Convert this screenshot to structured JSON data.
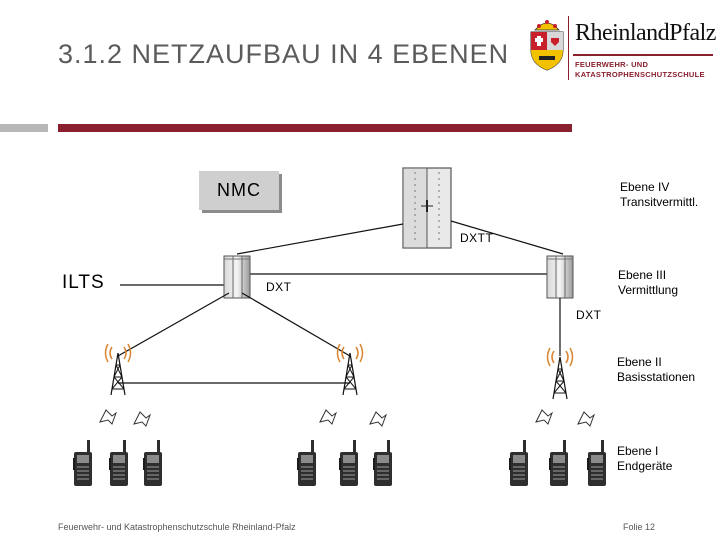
{
  "slide": {
    "title": "3.1.2 NETZAUFBAU IN 4 EBENEN",
    "footer_left": "Feuerwehr- und Katastrophenschutzschule Rheinland-Pfalz",
    "footer_right": "Folie 12"
  },
  "logo": {
    "name": "RheinlandPfalz",
    "subtitle_line1": "FEUERWEHR- UND",
    "subtitle_line2": "KATASTROPHENSCHUTZSCHULE"
  },
  "diagram": {
    "nodes": {
      "nmc": "NMC",
      "ilts": "ILTS",
      "dxtt": "DXTT",
      "dxt_left": "DXT",
      "dxt_right": "DXT"
    },
    "levels": {
      "level4_line1": "Ebene IV",
      "level4_line2": "Transitvermittl.",
      "level3_line1": "Ebene III",
      "level3_line2": "Vermittlung",
      "level2_line1": "Ebene II",
      "level2_line2": "Basisstationen",
      "level1_line1": "Ebene I",
      "level1_line2": "Endgeräte"
    }
  },
  "colors": {
    "accent": "#8a1f2e",
    "wave": "#d9842f",
    "rack": "#b8b8b8"
  }
}
